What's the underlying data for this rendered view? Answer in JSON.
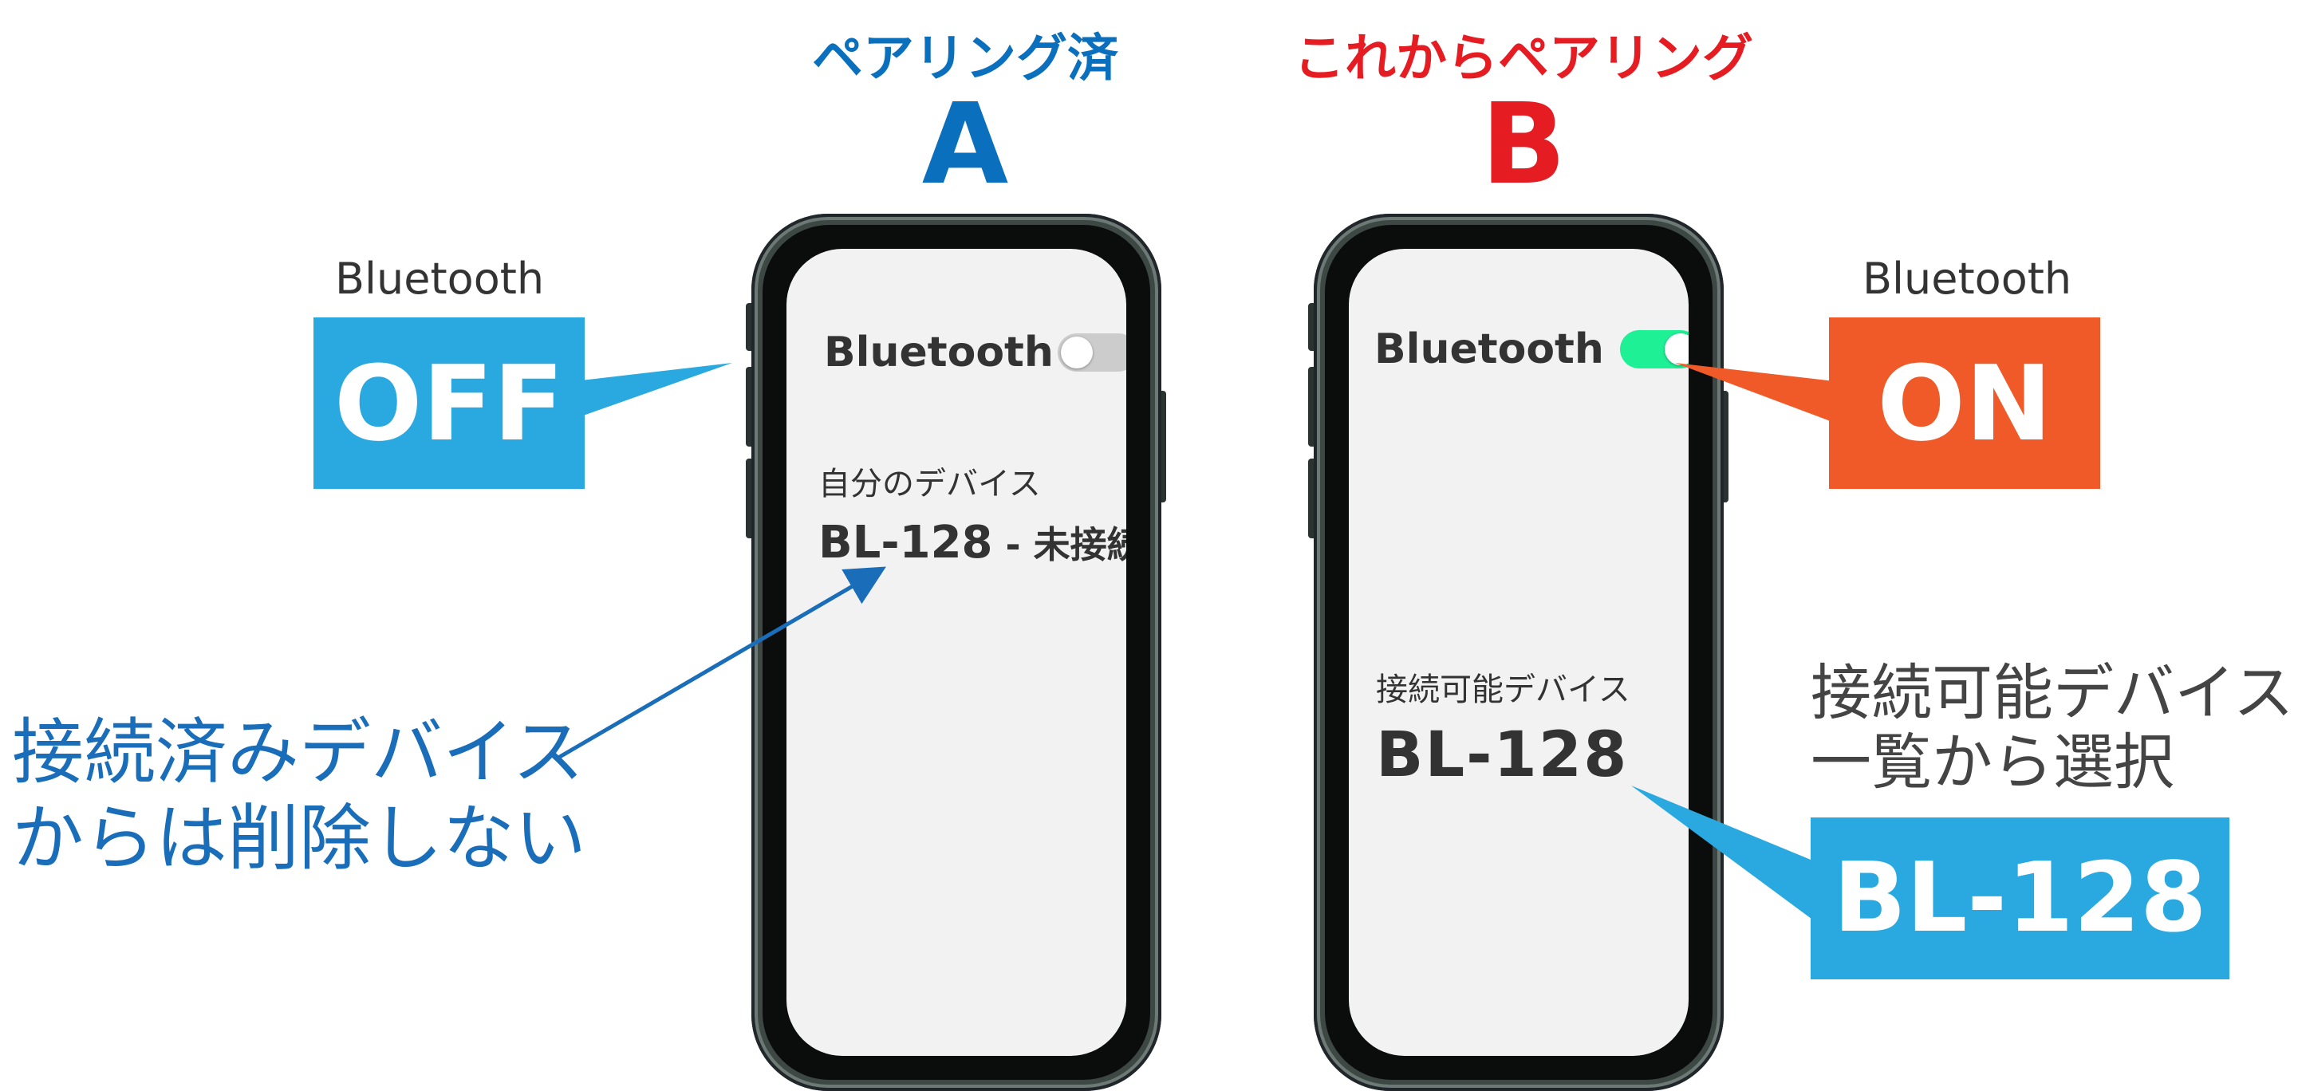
{
  "colors": {
    "blue_heading": "#0a6fbd",
    "red_heading": "#e61c23",
    "callout_blue": "#2aa8e0",
    "callout_orange": "#ef5a28",
    "toggle_on": "#1ef096",
    "toggle_off": "#cccccc",
    "arrow_blue": "#1a6db8",
    "note_gray": "#444444"
  },
  "phone_a": {
    "heading_sub": "ペアリング済",
    "heading_letter": "A",
    "bt_label": "Bluetooth",
    "toggle_state": "off",
    "section_label": "自分のデバイス",
    "device_name": "BL-128",
    "device_status": " - 未接続"
  },
  "phone_b": {
    "heading_sub": "これからペアリング",
    "heading_letter": "B",
    "bt_label": "Bluetooth",
    "toggle_state": "on",
    "section_label": "接続可能デバイス",
    "device_name": "BL-128"
  },
  "callout_off": {
    "caption": "Bluetooth",
    "value": "OFF"
  },
  "callout_on": {
    "caption": "Bluetooth",
    "value": "ON"
  },
  "note_left": {
    "line1": "接続済みデバイス",
    "line2": "からは削除しない"
  },
  "note_right": {
    "line1": "接続可能デバイス",
    "line2": "一覧から選択"
  },
  "callout_device": {
    "value": "BL-128"
  }
}
